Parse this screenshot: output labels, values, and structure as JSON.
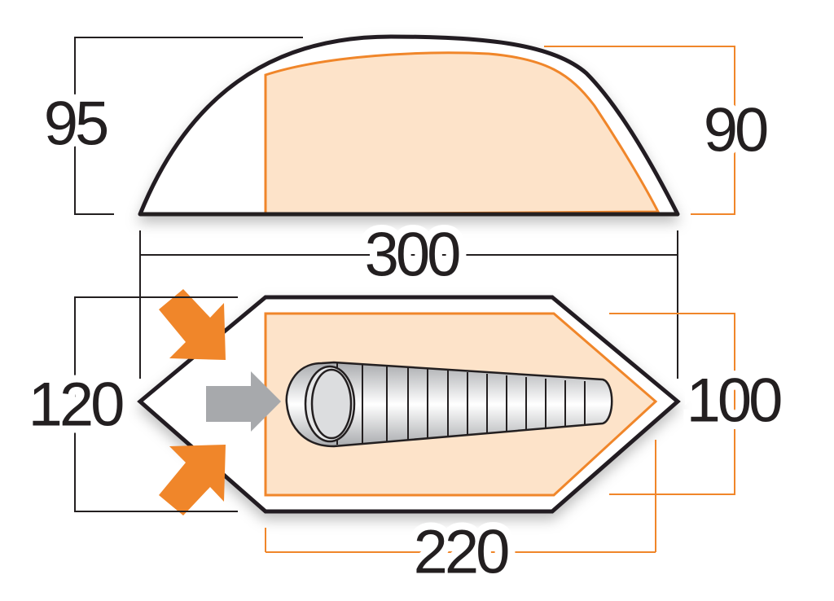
{
  "dimensions": {
    "height_outer": "95",
    "height_inner": "90",
    "length_outer": "300",
    "width_outer": "120",
    "width_inner": "100",
    "length_inner": "220"
  },
  "colors": {
    "outline": "#231f20",
    "accent_orange": "#f0862a",
    "inner_fill": "#fde3c9",
    "arrow_gray": "#a7a9ac"
  },
  "icons": [
    "door-arrow-icon",
    "entry-arrow-icon",
    "sleeping-bag-icon"
  ]
}
